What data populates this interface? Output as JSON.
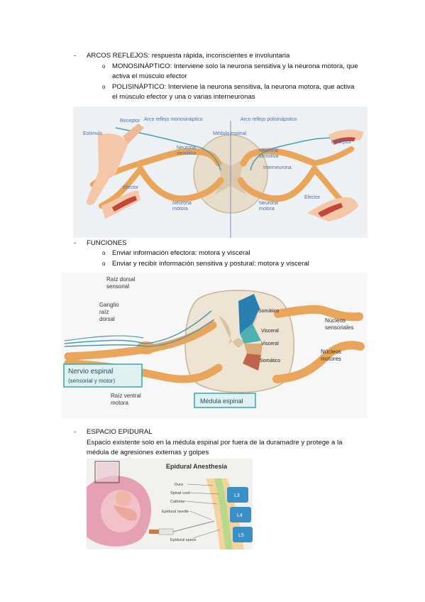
{
  "sections": [
    {
      "heading": "ARCOS REFLEJOS: respuesta rápida, inconscientes e involuntaria",
      "items": [
        {
          "lines": [
            "MONOSINÁPTICO: Interviene solo la neurona sensitiva y la neurona motora, que",
            "activa el músculo efector"
          ]
        },
        {
          "lines": [
            "POLISINÁPTICO: Interviene la neurona sensitiva, la neurona motora, que activa",
            "el músculo efector y una o varias interneuronas"
          ]
        }
      ]
    },
    {
      "heading": "FUNCIONES",
      "items": [
        {
          "lines": [
            "Enviar información efectora: motora y visceral"
          ]
        },
        {
          "lines": [
            "Enviar y recibir información sensitiva y postural: motora y visceral"
          ]
        }
      ]
    },
    {
      "heading": "ESPACIO EPIDURAL",
      "body": [
        "Espacio existente solo en la médula espinal por fuera de la duramadre y protege a la",
        "médula de agresiones externas y golpes"
      ]
    }
  ],
  "figure1": {
    "title_left": "Arco reflejo monosináptico",
    "title_right": "Arco reflejo polisinápsitco",
    "labels": {
      "receptor_left": "Receptor",
      "estimulo": "Estímulo",
      "medula": "Médula espinal",
      "neurona_sensitiva_left": [
        "Neurona",
        "sensitiva"
      ],
      "neurona_sensitiva_right": [
        "Neurona",
        "sensitiva"
      ],
      "interneurona": "Interneurona",
      "receptor_right": "Receptor",
      "efector_left": "Efector",
      "efector_right": "Efector",
      "neurona_motora_left": [
        "Neurona",
        "motora"
      ],
      "neurona_motora_right": [
        "Neurona",
        "motora"
      ]
    }
  },
  "figure2": {
    "labels": {
      "raiz_dorsal": [
        "Raíz dorsal",
        "sensorial"
      ],
      "ganglio": [
        "Ganglio",
        "raíz",
        "dorsal"
      ],
      "somatico_top": "Somático",
      "visceral_top": "Visceral",
      "visceral_bottom": "Visceral",
      "somatico_bottom": "Somático",
      "nucleos_sensoriales": [
        "Núcleos",
        "sensoriales"
      ],
      "nucleos_motores": [
        "Núcleos",
        "motores"
      ],
      "nervio_title": "Nervio espinal",
      "nervio_sub": "(sensorial y motor)",
      "raiz_ventral": [
        "Raíz ventral",
        "motora"
      ],
      "medula_box": "Médula espinal"
    }
  },
  "figure3": {
    "title": "Epidural Anesthesia",
    "labels": {
      "dura": "Dura",
      "spinal_cord": "Spinal cord",
      "catheter": "Catheter",
      "epidural_needle": "Epidural needle",
      "epidural_space": "Epidural space",
      "l3": "L3",
      "l4": "L4",
      "l5": "L5"
    }
  },
  "colors": {
    "nerve_orange": "#e9a55a",
    "sensory_blue": "#4a9bb8",
    "teal_box": "#3aa7a5",
    "somatic_blue": "#1f77a8",
    "visceral_tan": "#c58a4c"
  }
}
